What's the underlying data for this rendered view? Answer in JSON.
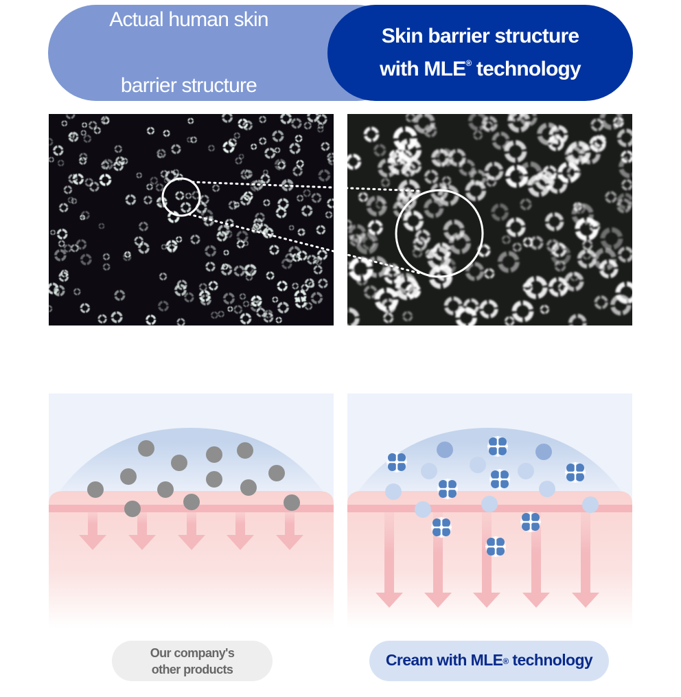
{
  "header": {
    "left_line1": "Actual human skin",
    "left_line2": "barrier structure",
    "right_line1": "Skin barrier structure",
    "right_line2_pre": "with MLE",
    "right_line2_reg": "®",
    "right_line2_post": " technology"
  },
  "labels": {
    "left_line1": "Our company's",
    "left_line2": "other products",
    "right_pre": "Cream with MLE",
    "right_reg": "®",
    "right_post": " technology"
  },
  "colors": {
    "header_light": "#7f98d3",
    "header_dark": "#0033a0",
    "particle_gray": "#8e8e8e",
    "particle_blue": "#4f7fbf",
    "arrow_pink": "#f4b9bd"
  }
}
